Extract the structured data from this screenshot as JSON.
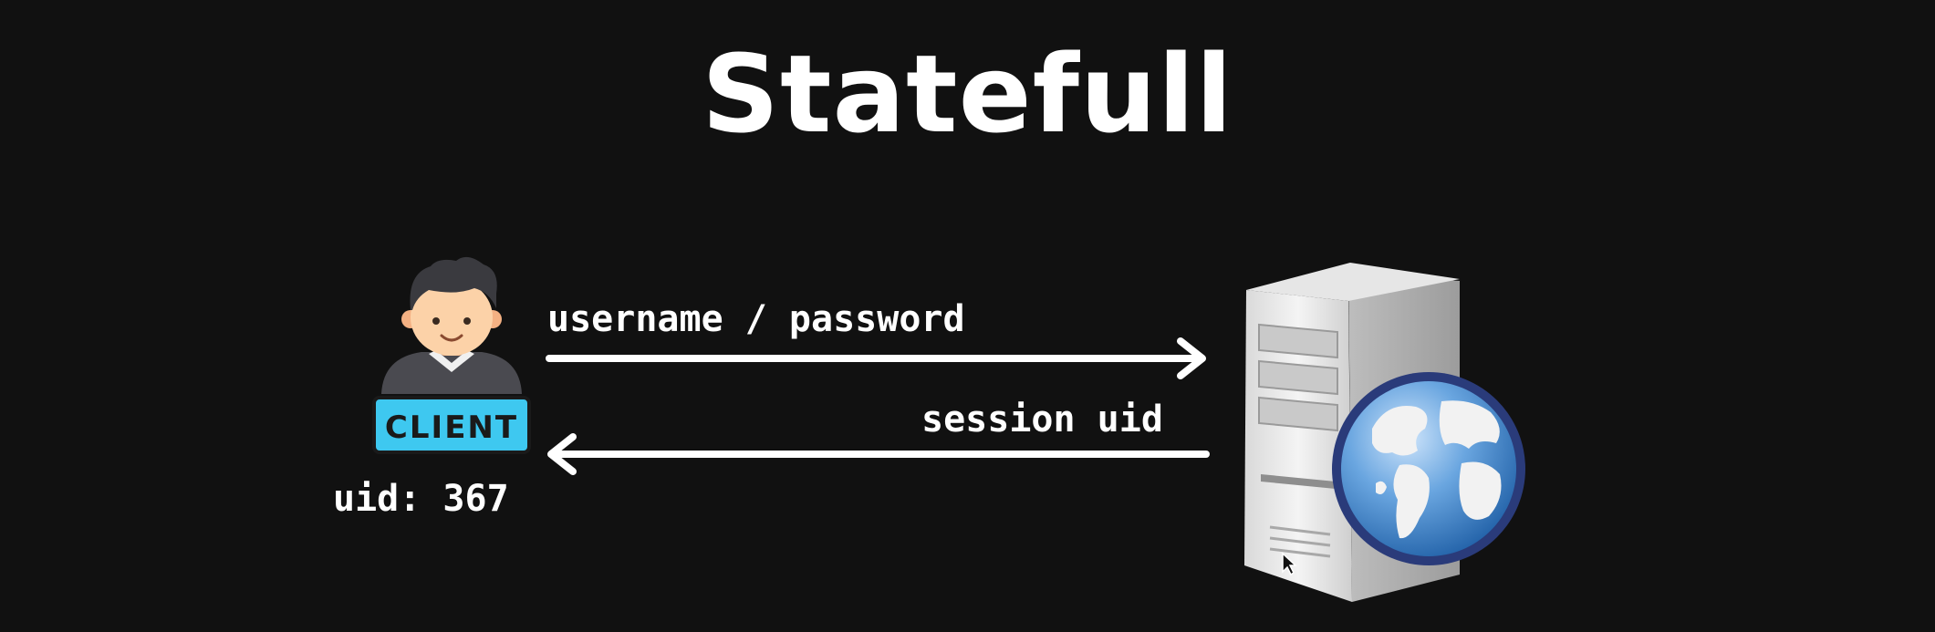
{
  "title": "Statefull",
  "client": {
    "tag_label": "CLIENT",
    "uid_label": "uid: 367",
    "icon": "client-person-icon"
  },
  "arrows": {
    "request_label": "username / password",
    "response_label": "session uid"
  },
  "server": {
    "icon": "server-tower-icon",
    "globe_icon": "globe-icon"
  },
  "colors": {
    "background": "#111111",
    "text": "#ffffff",
    "client_tag": "#3ec8f0",
    "globe": "#3b82c8"
  }
}
